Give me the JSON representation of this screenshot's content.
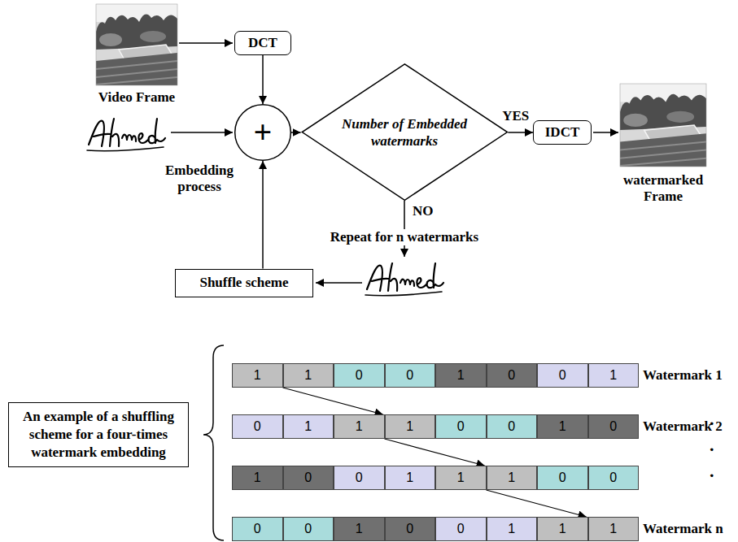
{
  "diagram": {
    "nodes": [
      {
        "text": [
          "DCT"
        ]
      },
      {
        "text": [
          "+"
        ]
      },
      {
        "text": [
          "Number of Embedded watermarks"
        ]
      },
      {
        "text": [
          "IDCT"
        ]
      },
      {
        "text": [
          "Shuffle scheme"
        ]
      },
      {
        "text": [
          "An example of a shuffling scheme for a four-times watermark embedding"
        ]
      },
      {
        "text": [
          "1"
        ]
      },
      {
        "text": [
          "1"
        ]
      },
      {
        "text": [
          "0"
        ]
      },
      {
        "text": [
          "0"
        ]
      },
      {
        "text": [
          "1"
        ]
      },
      {
        "text": [
          "0"
        ]
      },
      {
        "text": [
          "0"
        ]
      },
      {
        "text": [
          "1"
        ]
      },
      {
        "text": [
          "0"
        ]
      },
      {
        "text": [
          "1"
        ]
      },
      {
        "text": [
          "1"
        ]
      },
      {
        "text": [
          "1"
        ]
      },
      {
        "text": [
          "0"
        ]
      },
      {
        "text": [
          "0"
        ]
      },
      {
        "text": [
          "1"
        ]
      },
      {
        "text": [
          "0"
        ]
      },
      {
        "text": [
          "1"
        ]
      },
      {
        "text": [
          "0"
        ]
      },
      {
        "text": [
          "0"
        ]
      },
      {
        "text": [
          "1"
        ]
      },
      {
        "text": [
          "1"
        ]
      },
      {
        "text": [
          "1"
        ]
      },
      {
        "text": [
          "0"
        ]
      },
      {
        "text": [
          "0"
        ]
      },
      {
        "text": [
          "0"
        ]
      },
      {
        "text": [
          "0"
        ]
      },
      {
        "text": [
          "1"
        ]
      },
      {
        "text": [
          "0"
        ]
      },
      {
        "text": [
          "0"
        ]
      },
      {
        "text": [
          "1"
        ]
      },
      {
        "text": [
          "1"
        ]
      },
      {
        "text": [
          "1"
        ]
      }
    ],
    "edges": [
      {
        "from": 0,
        "to": 1,
        "arrow": "to"
      },
      {
        "from": 1,
        "to": 2,
        "arrow": "to"
      },
      {
        "from": 2,
        "to": 3,
        "label": "YES",
        "arrow": "to"
      },
      {
        "from": 4,
        "to": 1,
        "arrow": "to"
      },
      {
        "from": 6,
        "to": 16,
        "arrow": "to"
      },
      {
        "from": 16,
        "to": 26,
        "arrow": "to"
      },
      {
        "from": 26,
        "to": 36,
        "arrow": "to"
      }
    ],
    "labels": [
      "Video Frame",
      "Embedding process",
      "NO",
      "Repeat for n watermarks",
      "watermarked Frame",
      "Watermark 1",
      "Watermark 2",
      ".",
      ".",
      ".",
      "Watermark n"
    ]
  }
}
